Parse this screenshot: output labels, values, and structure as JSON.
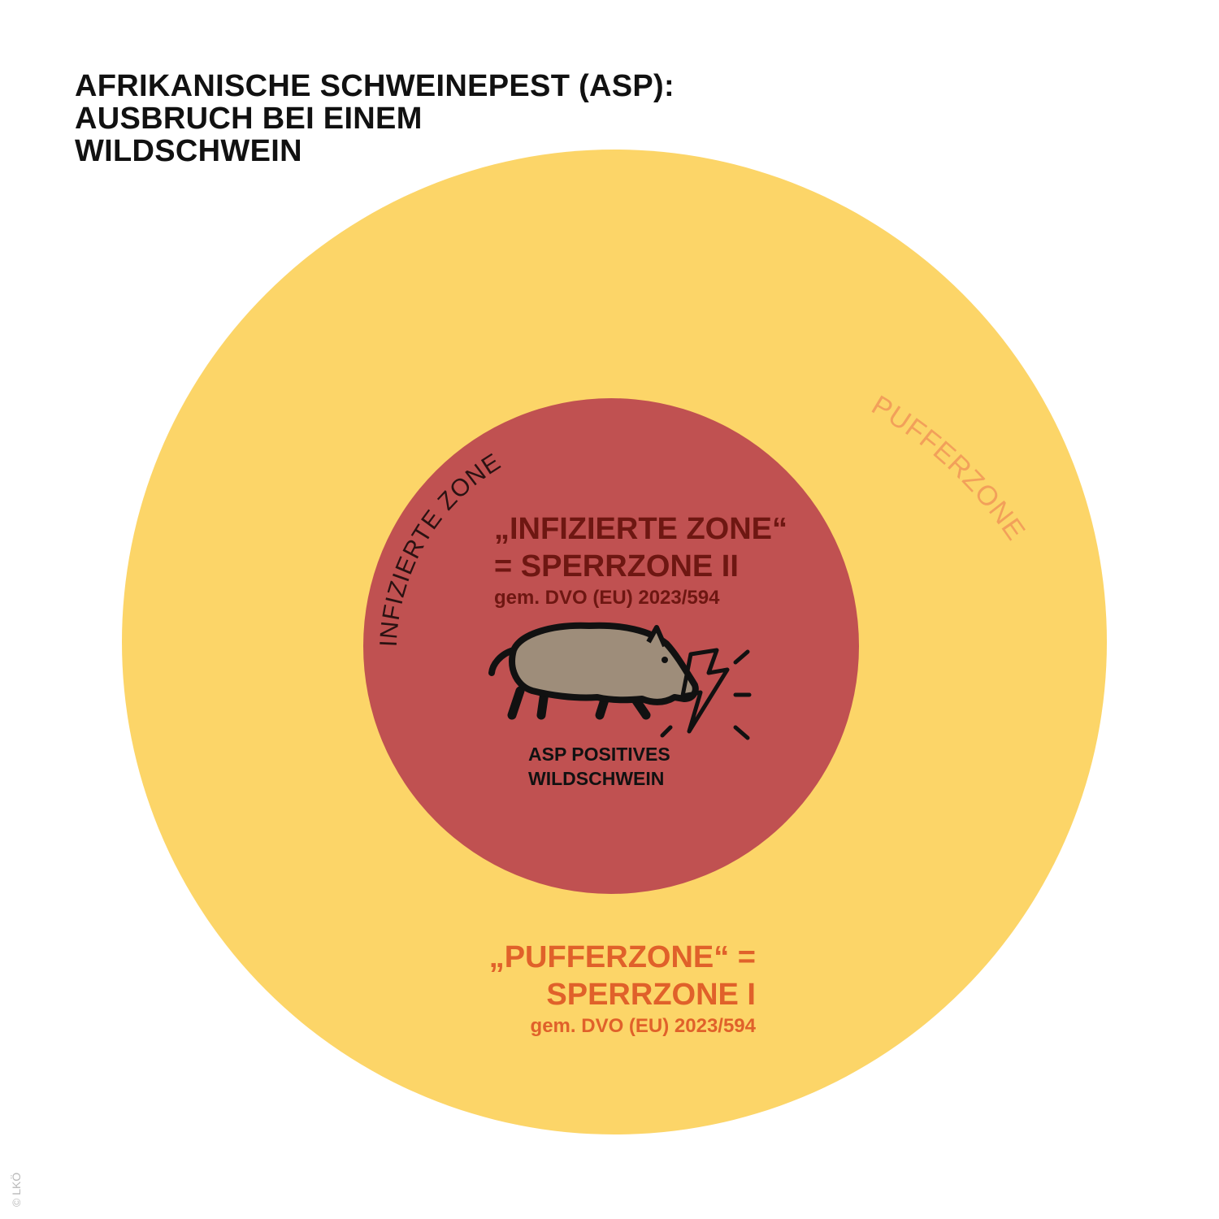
{
  "title": {
    "line1": "AFRIKANISCHE SCHWEINEPEST (ASP):",
    "line2": "AUSBRUCH BEI EINEM",
    "line3": "WILDSCHWEIN"
  },
  "outer_zone": {
    "arc_label": "PUFFERZONE",
    "label_line1": "„PUFFERZONE“ =",
    "label_line2": "SPERRZONE I",
    "regulation": "gem. DVO (EU) 2023/594",
    "fill_color": "#fcd568",
    "text_color": "#e0612a",
    "arc_text_color": "#f2a05a"
  },
  "inner_zone": {
    "arc_label": "INFIZIERTE ZONE",
    "label_line1": "„INFIZIERTE ZONE“",
    "label_line2": "= SPERRZONE II",
    "regulation": "gem. DVO (EU) 2023/594",
    "fill_color": "#c05151",
    "text_color": "#6e1712"
  },
  "center": {
    "icon": "boar-lightning-icon",
    "label_line1": "ASP POSITIVES",
    "label_line2": "WILDSCHWEIN",
    "boar_color": "#9e8d7a"
  },
  "copyright": "© LKÖ"
}
